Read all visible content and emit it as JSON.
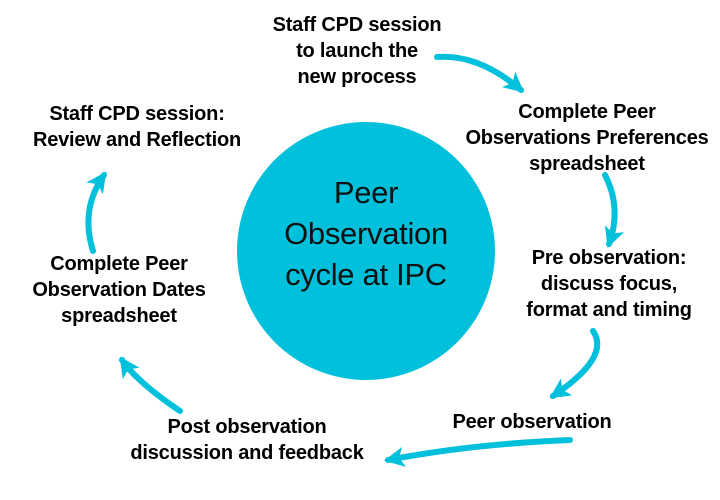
{
  "diagram": {
    "title": "Peer\nObservation\ncycle at IPC",
    "steps": {
      "launch": "Staff CPD session\nto launch the\nnew process",
      "preferences": "Complete Peer\nObservations Preferences\nspreadsheet",
      "pre_observation": "Pre observation:\ndiscuss focus,\nformat and timing",
      "peer_observation": "Peer observation",
      "post_observation": "Post observation\ndiscussion and feedback",
      "dates": "Complete Peer\nObservation Dates\nspreadsheet",
      "review": "Staff CPD session:\nReview and Reflection"
    }
  },
  "colors": {
    "accent": "#00C0DC",
    "label_text": "#000000",
    "title_text": "#111111"
  }
}
